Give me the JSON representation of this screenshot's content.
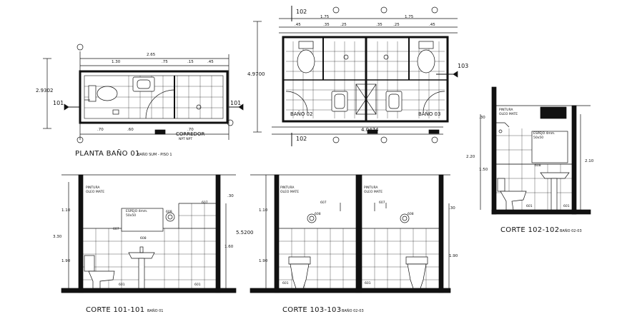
{
  "plan_01": {
    "title": "PLANTA BAÑO 01",
    "subtitle": "BAÑO SUM - PISO 1",
    "total_width": "2.65",
    "height": "2.9302",
    "corridor": "CORREDOR",
    "corridor_sub": "NPT NPT",
    "section_marker": "101",
    "top_dims": [
      "1.30",
      ".75",
      ".15",
      ".45"
    ],
    "bottom_dims": [
      ".70",
      ".60",
      ".70"
    ]
  },
  "plan_02_03": {
    "marker_top": "102",
    "marker_bottom": "102",
    "marker_right": "103",
    "height": "4.9700",
    "width": "4.0474",
    "top_dims_left": [
      "1.75",
      ".45",
      ".35",
      ".25"
    ],
    "top_dims_right": [
      "1.75",
      ".45",
      ".25",
      ".35"
    ],
    "room_left": "BAÑO 02",
    "room_right": "BAÑO 03"
  },
  "section_101": {
    "title": "CORTE 101-101",
    "subtitle": "BAÑO 01",
    "paint_label": "PINTURA",
    "paint_label_2": "OLEO MATE",
    "mirror_label": "ESPEJO 4mm.",
    "mirror_size": "50x50",
    "dims_left": [
      "1.10",
      "3.30",
      "1.90"
    ],
    "dim_right": "1.60",
    "dim_top_right": ".30",
    "codes": [
      "607",
      "607",
      "609",
      "601",
      "601",
      "608"
    ]
  },
  "section_103": {
    "title": "CORTE 103-103",
    "subtitle": "BAÑO 02-03",
    "height": "5.5200",
    "paint_label": "PINTURA",
    "paint_label_2": "OLEO MATE",
    "dims_left": [
      "1.10",
      "1.90"
    ],
    "dim_right": "1.90",
    "dim_top_right": ".30",
    "codes": [
      "607",
      "608",
      "607",
      "608",
      "601",
      "601"
    ]
  },
  "section_102": {
    "title": "CORTE 102-102",
    "subtitle": "BAÑO 02-03",
    "paint_label": "PINTURA",
    "paint_label_2": "OLEO MATE",
    "mirror_label": "ESPEJO 4mm.",
    "mirror_size": "50x50",
    "dims_left": [
      ".30",
      "2.20",
      "1.50"
    ],
    "dim_right": "2.10",
    "codes": [
      "608",
      "601",
      "601"
    ]
  }
}
